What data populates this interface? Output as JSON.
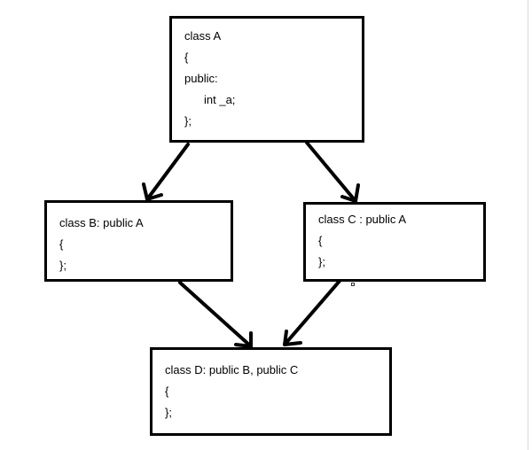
{
  "diagram": {
    "class_a": {
      "lines": [
        "class A",
        "{",
        "public:",
        "int _a;",
        "};"
      ]
    },
    "class_b": {
      "lines": [
        "class B: public A",
        "{",
        "};"
      ]
    },
    "class_c": {
      "lines": [
        "class C : public A",
        "{",
        "};"
      ]
    },
    "class_d": {
      "lines": [
        "class D: public B, public C",
        "{",
        "};"
      ]
    },
    "edges": [
      {
        "from": "class A",
        "to": "class B"
      },
      {
        "from": "class A",
        "to": "class C"
      },
      {
        "from": "class B",
        "to": "class D"
      },
      {
        "from": "class C",
        "to": "class D"
      }
    ],
    "colors": {
      "stroke": "#000000",
      "background": "#ffffff"
    }
  }
}
